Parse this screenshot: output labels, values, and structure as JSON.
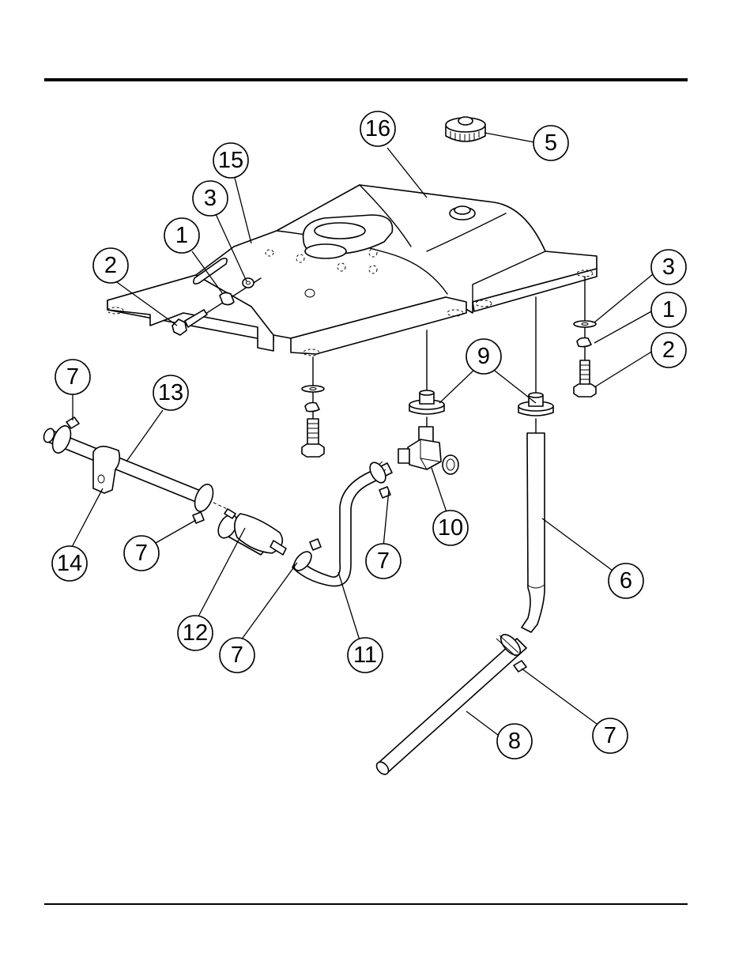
{
  "callouts": {
    "c1a": "1",
    "c2a": "2",
    "c3a": "3",
    "c15": "15",
    "c16": "16",
    "c5": "5",
    "c3b": "3",
    "c1b": "1",
    "c2b": "2",
    "c9": "9",
    "c7a": "7",
    "c13": "13",
    "c14": "14",
    "c7b": "7",
    "c12": "12",
    "c7c": "7",
    "c11": "11",
    "c7d": "7",
    "c10": "10",
    "c6": "6",
    "c7e": "7",
    "c8": "8"
  }
}
